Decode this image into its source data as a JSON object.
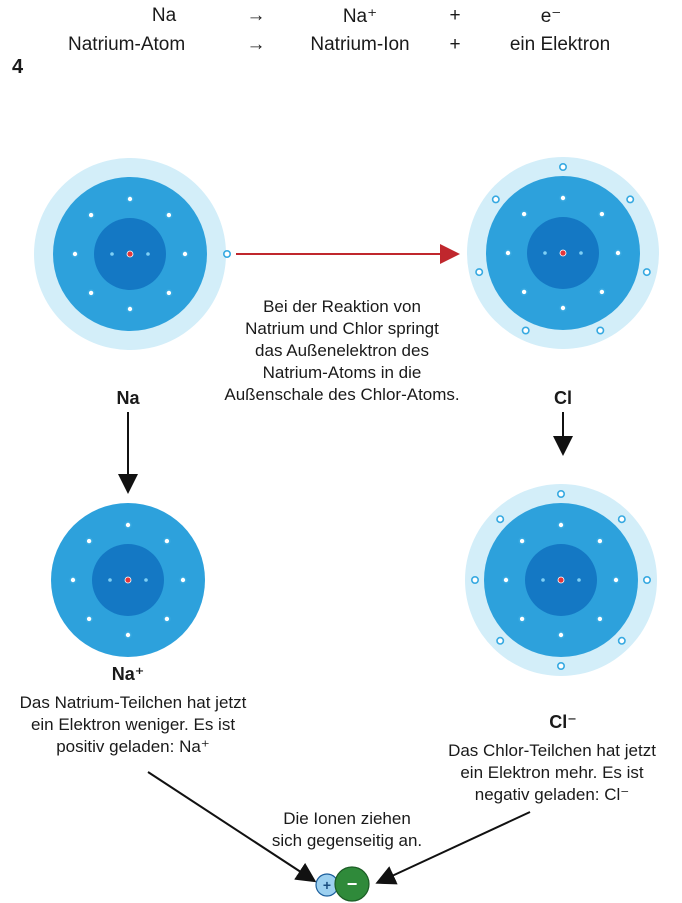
{
  "figure_number": "4",
  "equation": {
    "row1": [
      "Na",
      "→",
      "Na⁺",
      "+",
      "e⁻"
    ],
    "row2": [
      "Natrium-Atom",
      "→",
      "Natrium-Ion",
      "+",
      "ein Elektron"
    ]
  },
  "reaction_text": [
    "Bei der Reaktion von",
    "Natrium und Chlor springt",
    "das Außenelektron des",
    "Natrium-Atoms in die",
    "Außenschale des Chlor-Atoms."
  ],
  "labels": {
    "na_atom": "Na",
    "cl_atom": "Cl",
    "na_ion": "Na⁺",
    "cl_ion": "Cl⁻"
  },
  "na_ion_caption": [
    "Das Natrium-Teilchen hat jetzt",
    "ein Elektron weniger. Es ist",
    "positiv geladen: Na⁺"
  ],
  "cl_ion_caption": [
    "Das Chlor-Teilchen hat jetzt",
    "ein Elektron mehr. Es ist",
    "negativ geladen: Cl⁻"
  ],
  "attraction_text": [
    "Die Ionen ziehen",
    "sich gegenseitig an."
  ],
  "ion_symbols": {
    "plus": "+",
    "minus": "−"
  },
  "colors": {
    "outer_shell": "#d3eef9",
    "middle_shell": "#2da1dc",
    "inner_shell": "#1478c4",
    "nucleus": "#e4363a",
    "electron": "#36a9e1",
    "transfer_arrow": "#c0272d",
    "plus_ion": "#9cd0f0",
    "minus_ion": "#2f8a3a"
  }
}
